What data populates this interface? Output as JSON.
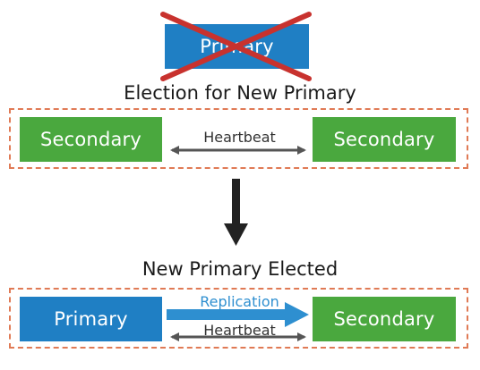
{
  "colors": {
    "primary_blue": "#1f7fc4",
    "secondary_green": "#4aa83e",
    "cross_red": "#c8322e",
    "dashed_orange": "#e07a55",
    "heartbeat_gray": "#555555",
    "replication_blue": "#2e8fd0",
    "arrow_dark": "#222222"
  },
  "failed_primary": {
    "label": "Primary"
  },
  "election": {
    "title": "Election for New Primary",
    "left_node": "Secondary",
    "right_node": "Secondary",
    "link_label": "Heartbeat"
  },
  "elected": {
    "title": "New Primary Elected",
    "left_node": "Primary",
    "right_node": "Secondary",
    "replication_label": "Replication",
    "heartbeat_label": "Heartbeat"
  }
}
